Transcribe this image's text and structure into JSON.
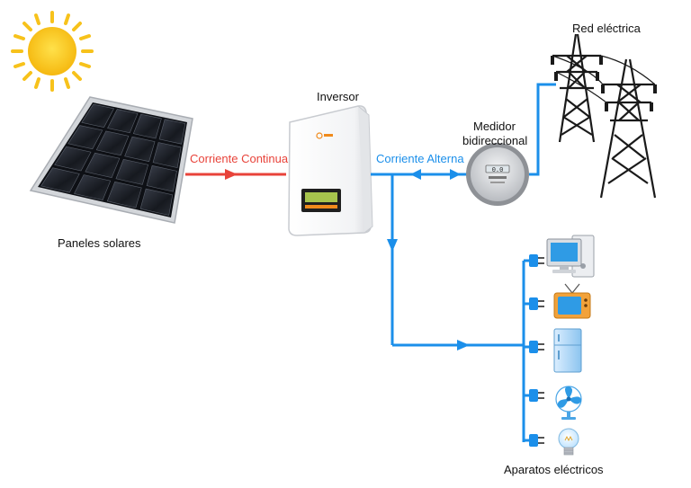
{
  "labels": {
    "panels": "Paneles solares",
    "inverter": "Inversor",
    "meter_line1": "Medidor",
    "meter_line2": "bidireccional",
    "grid": "Red eléctrica",
    "appliances": "Aparatos eléctricos"
  },
  "flows": {
    "dc": "Corriente Continua",
    "ac": "Corriente Alterna"
  },
  "meter_display": "0.0",
  "colors": {
    "dc_line": "#e8433a",
    "ac_line": "#1b8fea",
    "sun": "#f7c21b",
    "panel_cell": "#1c1f26",
    "panel_frame": "#c9ccd1",
    "tower": "#1a1a1a"
  },
  "icons": [
    "sun-icon",
    "solar-panel-icon",
    "inverter-icon",
    "meter-icon",
    "power-tower-icon",
    "computer-icon",
    "tv-icon",
    "fridge-icon",
    "fan-icon",
    "bulb-icon",
    "plug-icon"
  ]
}
